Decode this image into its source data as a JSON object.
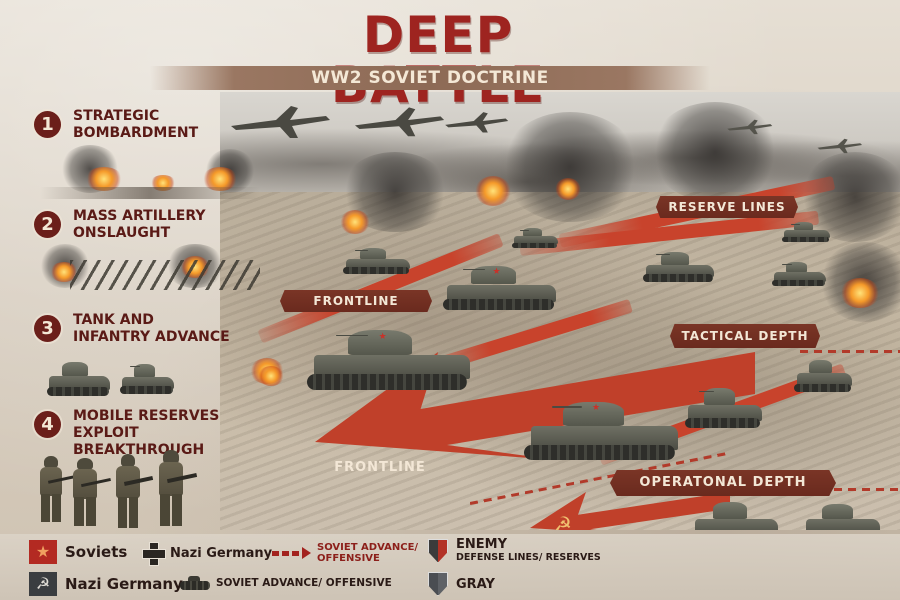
{
  "header": {
    "title": "DEEP BATTLE",
    "subtitle": "WW2 SOVIET DOCTRINE"
  },
  "steps": [
    {
      "number": "1",
      "line1": "STRATEGIC",
      "line2": "BOMBARDMENT"
    },
    {
      "number": "2",
      "line1": "MASS ARTILLERY",
      "line2": "ONSLAUGHT"
    },
    {
      "number": "3",
      "line1": "TANK AND",
      "line2": "INFANTRY ADVANCE"
    },
    {
      "number": "4",
      "line1": "MOBILE RESERVES",
      "line2": "EXPLOIT BREAKTHROUGH"
    }
  ],
  "map_labels": {
    "reserve_lines": "RESERVE LINES",
    "frontline_upper": "FRONTLINE",
    "tactical_depth": "TACTICAL DEPTH",
    "frontline_lower": "FRONTLINE",
    "operational_depth": "OPERATONAL DEPTH"
  },
  "icons": {
    "red_star": "★",
    "hammer_sickle": "☭",
    "tank_star": "★"
  },
  "legend": {
    "soviets": "Soviets",
    "nazi_germany_cross": "Nazi Germany",
    "soviet_advance_line1": "SOVIET ADVANCE/",
    "soviet_advance_line2": "OFFENSIVE",
    "nazi_germany_flag": "Nazi Germany",
    "soviet_advance_tank": "SOVIET ADVANCE/ OFFENSIVE",
    "enemy_title": "ENEMY",
    "enemy_sub": "DEFENSE LINES/ RESERVES",
    "gray": "GRAY"
  },
  "colors": {
    "title_red": "#9e2420",
    "banner_brown": "#6a2a1e",
    "arrow_red": "#c0402a",
    "step_circle": "#6b1f1a",
    "parchment": "#d8cfc2"
  }
}
